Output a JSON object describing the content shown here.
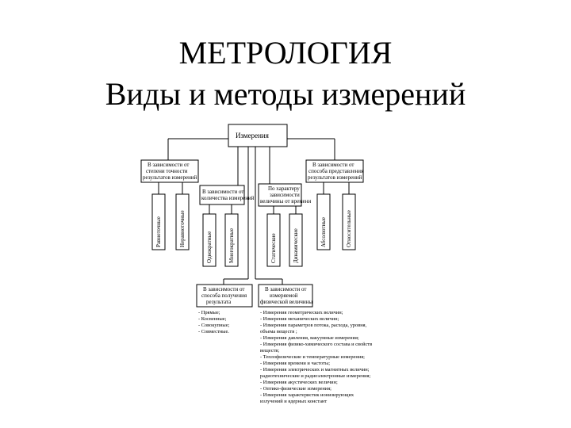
{
  "slide": {
    "title": "МЕТРОЛОГИЯ",
    "subtitle": "Виды и методы измерений"
  },
  "diagram": {
    "root": "Измерения",
    "accuracy": {
      "label": [
        "В зависимости от",
        "степени точности",
        "результатов измерений"
      ],
      "children": [
        "Равноточные",
        "Неравноточные"
      ]
    },
    "count": {
      "label": [
        "В зависимости от",
        "количества измерений"
      ],
      "children": [
        "Однократные",
        "Многократные"
      ]
    },
    "time": {
      "label": [
        "По характеру",
        "зависимости",
        "величины от времени"
      ],
      "children": [
        "Статические",
        "Динамические"
      ]
    },
    "representation": {
      "label": [
        "В зависимости от",
        "способа представления",
        "результатов измерений"
      ],
      "children": [
        "Абсолютные",
        "Относительные"
      ]
    },
    "method": {
      "label": [
        "В зависимости от",
        "способа получения",
        "результата"
      ],
      "items": [
        "- Прямые;",
        "- Косвенные;",
        "- Совокупные;",
        "- Совместные."
      ]
    },
    "quantity": {
      "label": [
        "В зависимости от",
        "измеряемой",
        "физической величины"
      ],
      "items": [
        "- Измерения геометрических величин;",
        "- Измерения механических величин;",
        "- Измерения параметров потока, расхода, уровня,",
        "объема веществ ;",
        "- Измерения давления, вакуумные измерения;",
        "- Измерения физико-химического состава и свойств",
        "веществ;",
        "- Теплофизические и температурные измерения;",
        "- Измерения времени и частоты;",
        "- Измерения электрических и магнитных величин;",
        "радиотехнические и радиоэлектронные измерения;",
        "- Измерения акустических величин;",
        "- Оптико-физические измерения;",
        "- Измерения характеристик ионизирующих",
        "излучений и ядерных констант"
      ]
    }
  }
}
